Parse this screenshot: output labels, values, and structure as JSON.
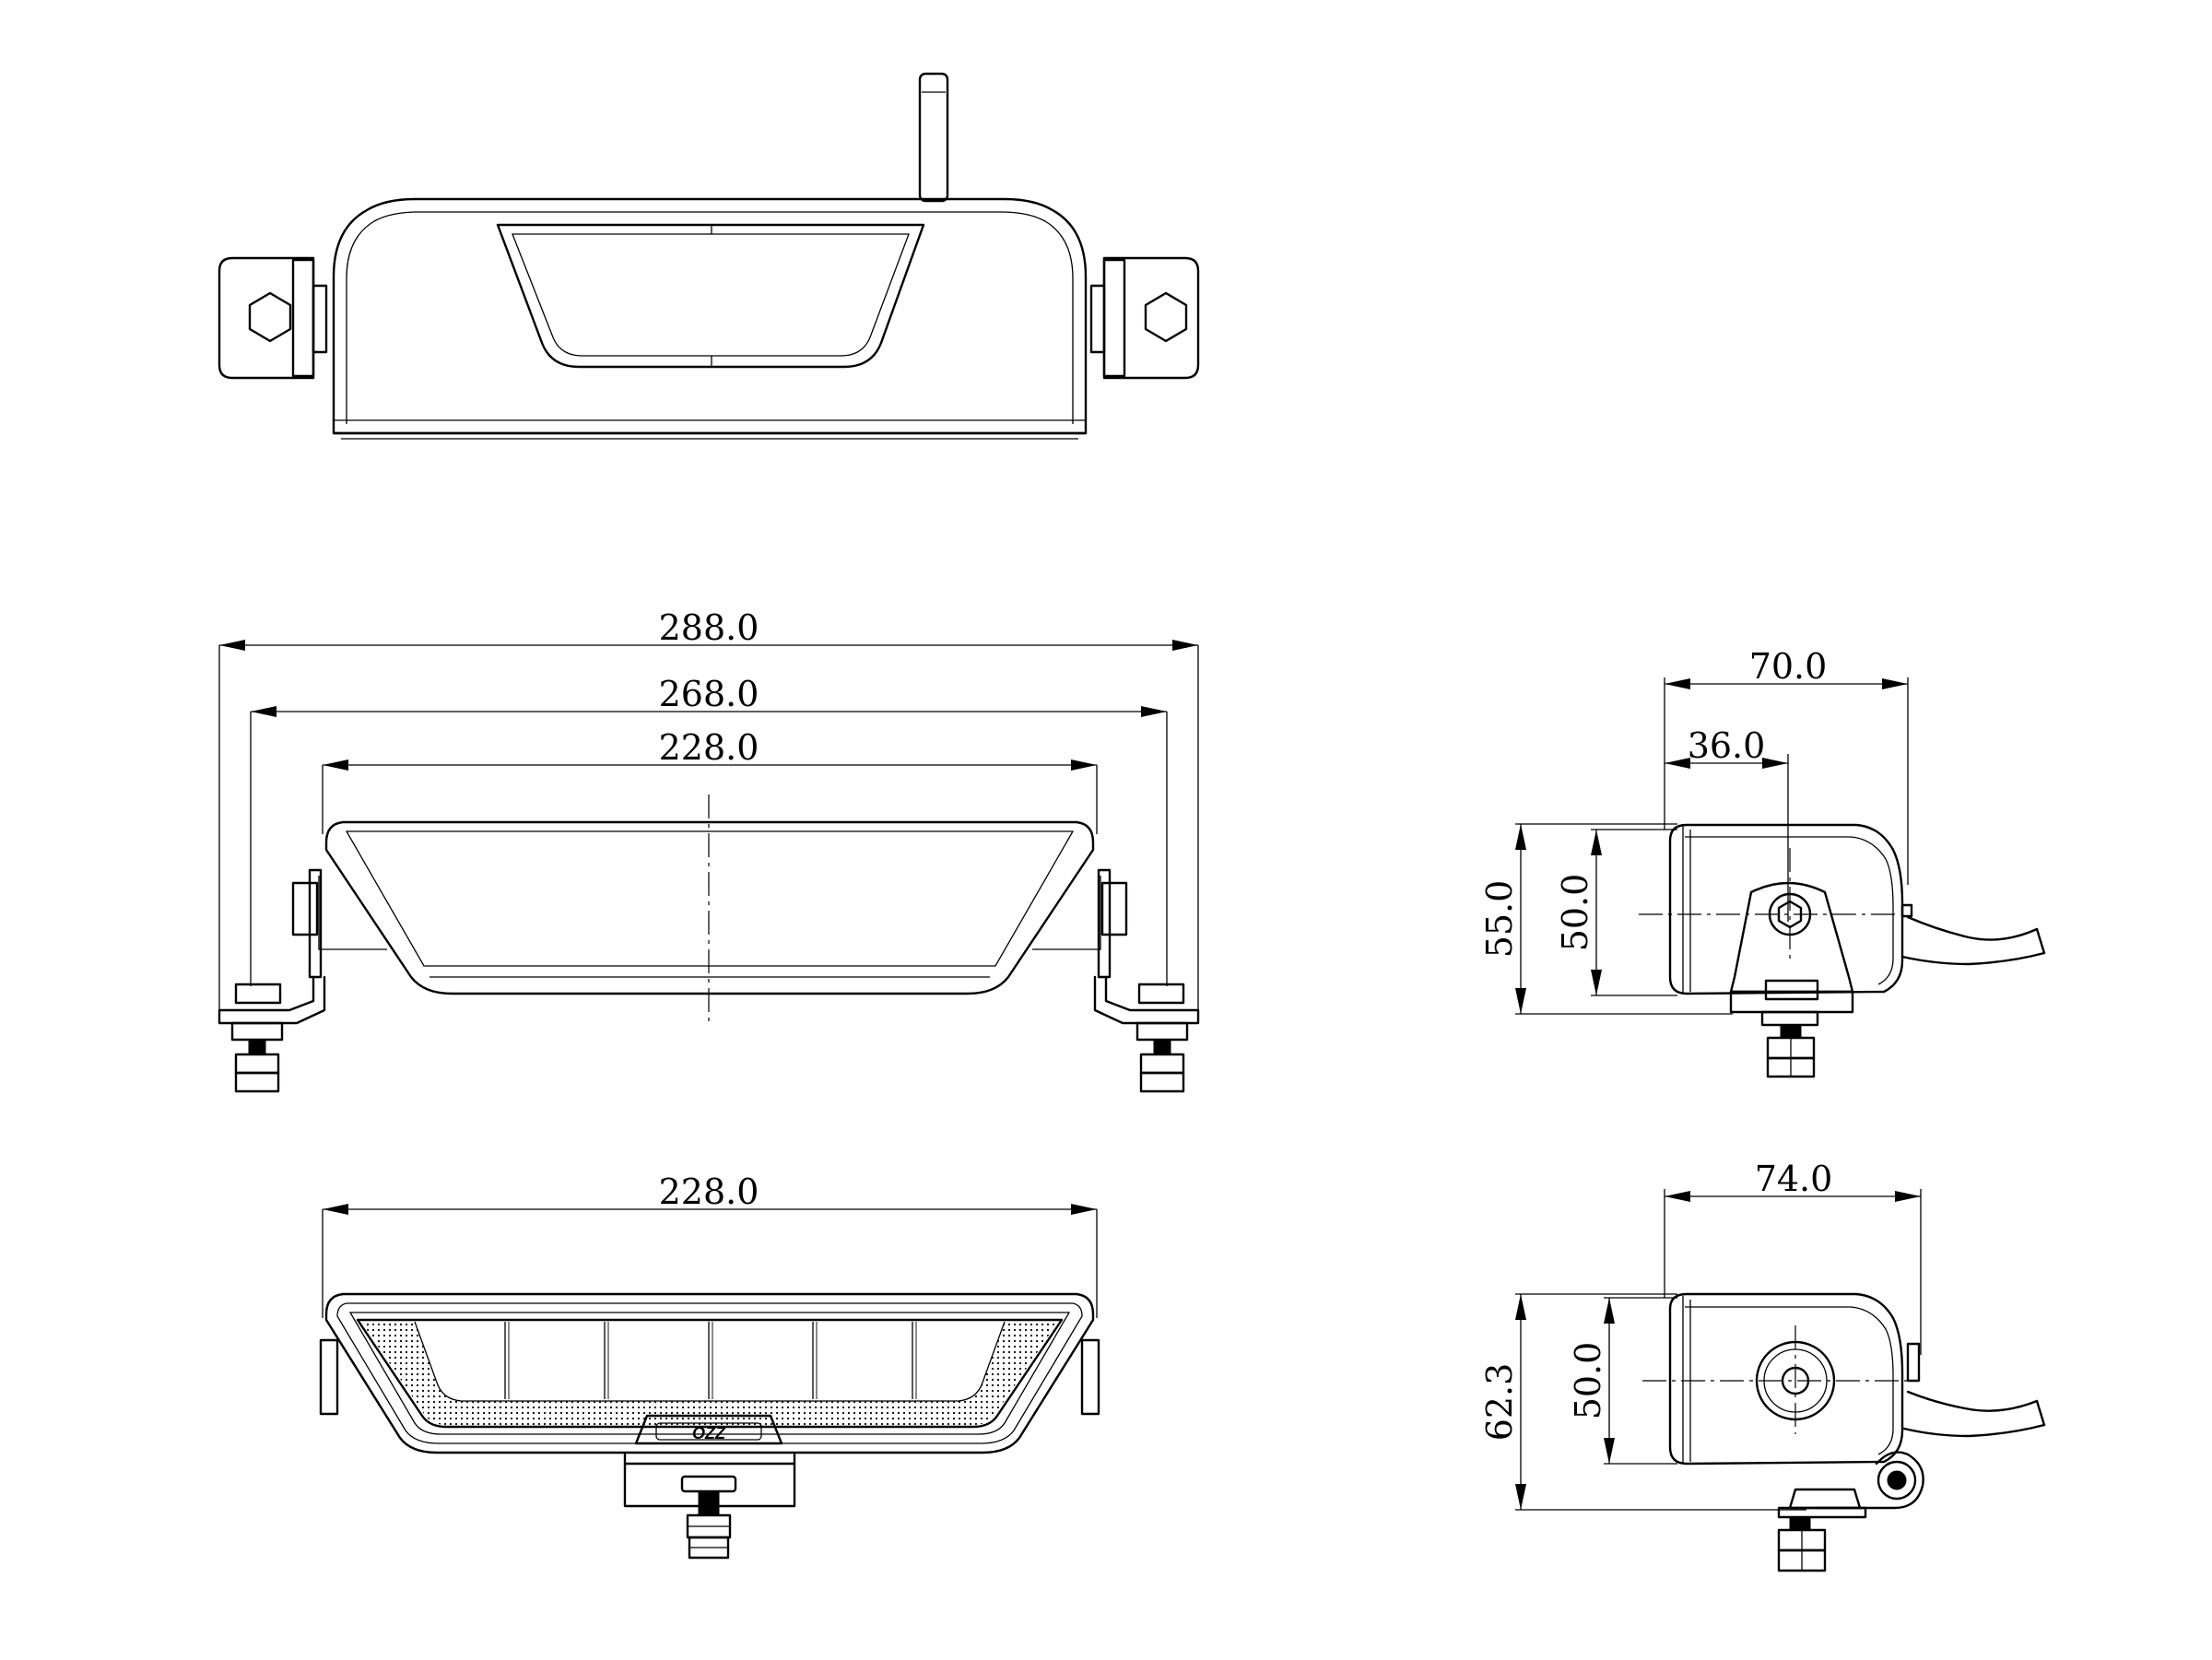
{
  "views": {
    "top_view": {},
    "front_view": {
      "dimensions": {
        "overall_width": "288.0",
        "mount_span": "268.0",
        "housing_width": "228.0"
      }
    },
    "lens_view": {
      "dimensions": {
        "housing_width": "228.0"
      },
      "logo_text": "OZZ"
    },
    "side_view_upper": {
      "dimensions": {
        "depth": "70.0",
        "mount_offset": "36.0",
        "height": "55.0",
        "body_height": "50.0"
      }
    },
    "side_view_lower": {
      "dimensions": {
        "depth": "74.0",
        "height": "62.3",
        "body_height": "50.0"
      }
    }
  }
}
